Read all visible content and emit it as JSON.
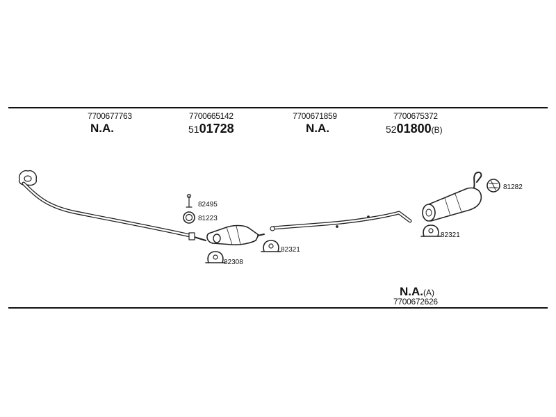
{
  "header": {
    "columns": [
      {
        "part_number": "7700677763",
        "code": "N.A."
      },
      {
        "part_number": "7700665142",
        "code_prefix": "51",
        "code_bold": "01728"
      },
      {
        "part_number": "7700671859",
        "code": "N.A."
      },
      {
        "part_number": "7700675372",
        "code_prefix": "52",
        "code_bold": "01800",
        "code_suffix": "(B)"
      }
    ]
  },
  "callouts": {
    "c82495": "82495",
    "c81223": "81223",
    "c82308": "82308",
    "c82321_mid": "82321",
    "c82321_right": "82321",
    "c81282": "81282"
  },
  "footer_item": {
    "code": "N.A.",
    "code_suffix": "(A)",
    "part_number": "7700672626"
  }
}
